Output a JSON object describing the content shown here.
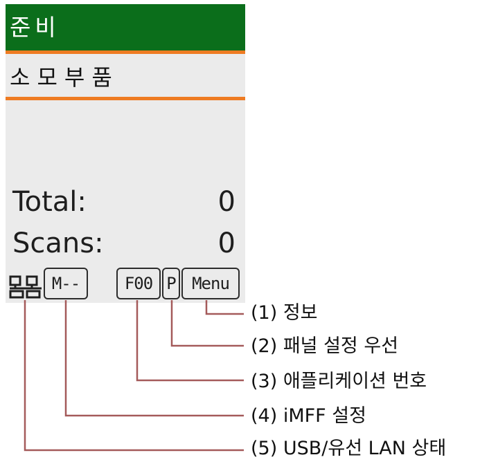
{
  "screen": {
    "title": "준비",
    "subtitle": "소모부품",
    "counters": [
      {
        "label": "Total:",
        "value": "0"
      },
      {
        "label": "Scans:",
        "value": "0"
      }
    ],
    "softkeys": {
      "imff": "M--",
      "application": "F00",
      "panel": "P",
      "menu": "Menu"
    }
  },
  "callouts": [
    "(1) 정보",
    "(2) 패널 설정 우선",
    "(3) 애플리케이션 번호",
    "(4) iMFF 설정",
    "(5) USB/유선 LAN 상태"
  ],
  "colors": {
    "title_bar": "#0b6e1b",
    "accent_rule": "#ee7b22",
    "lcd_background": "#ebebeb",
    "leader_line": "#a45a5a"
  },
  "icons": {
    "status": "network-lan-icon"
  }
}
